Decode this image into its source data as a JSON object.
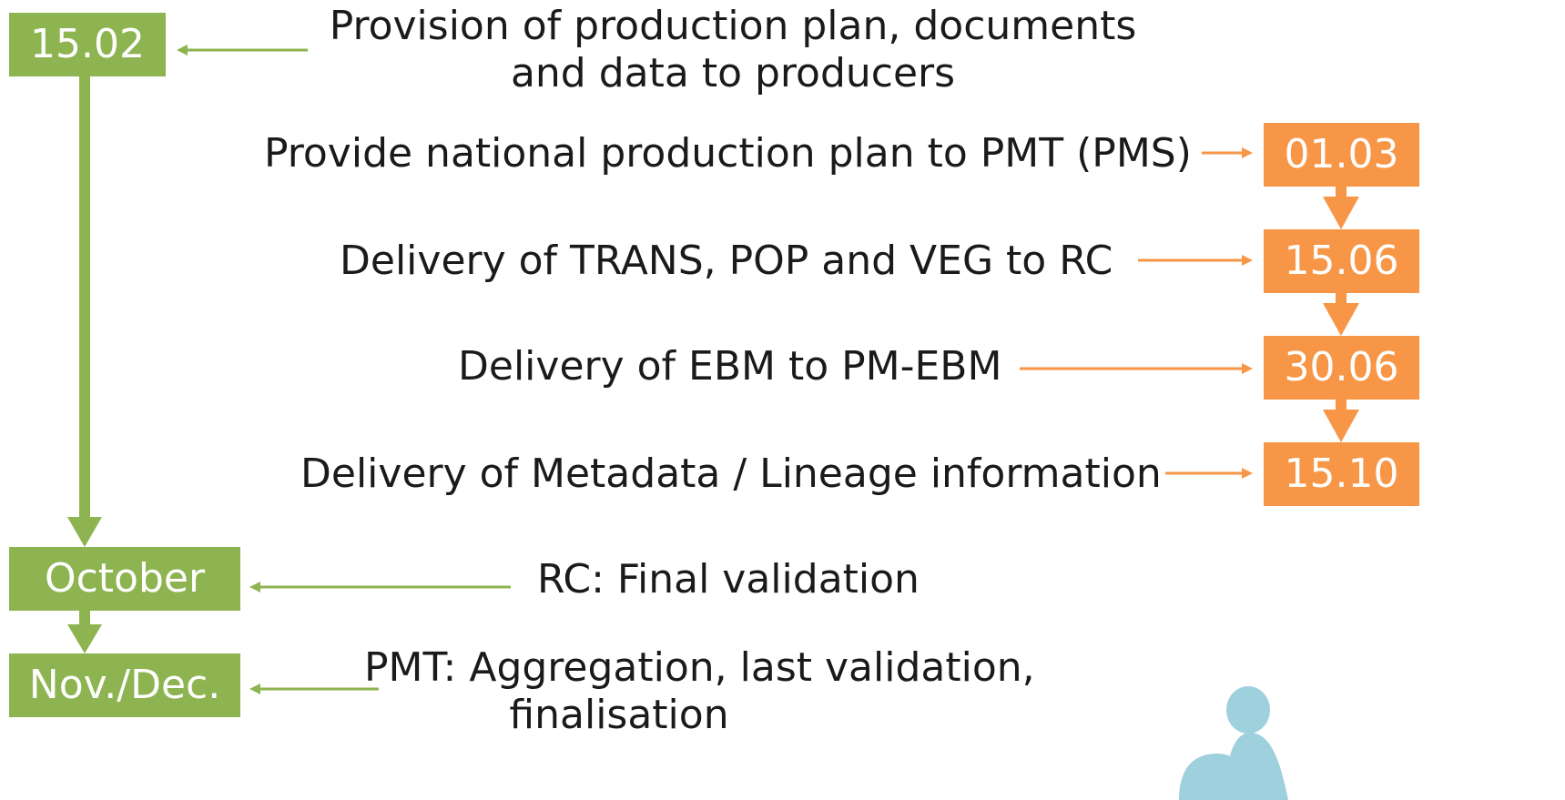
{
  "colors": {
    "green": "#8db450",
    "orange": "#f79646",
    "deco": "#9fd0de"
  },
  "green_dates": [
    {
      "id": "feb",
      "label": "15.02"
    },
    {
      "id": "oct",
      "label": "October"
    },
    {
      "id": "nov",
      "label": "Nov./Dec."
    }
  ],
  "orange_dates": [
    {
      "id": "mar",
      "label": "01.03"
    },
    {
      "id": "jun15",
      "label": "15.06"
    },
    {
      "id": "jun30",
      "label": "30.06"
    },
    {
      "id": "oct15",
      "label": "15.10"
    }
  ],
  "tasks": {
    "provision_line1": "Provision of production plan, documents",
    "provision_line2": "and data to producers",
    "national_plan": "Provide national production plan to PMT (PMS)",
    "trans_pop_veg": "Delivery of TRANS, POP and VEG to RC",
    "ebm": "Delivery of EBM to PM-EBM",
    "metadata": "Delivery of Metadata / Lineage information",
    "final_validation": "RC: Final validation",
    "aggregation_line1": "PMT: Aggregation, last validation,",
    "aggregation_line2": "finalisation"
  }
}
